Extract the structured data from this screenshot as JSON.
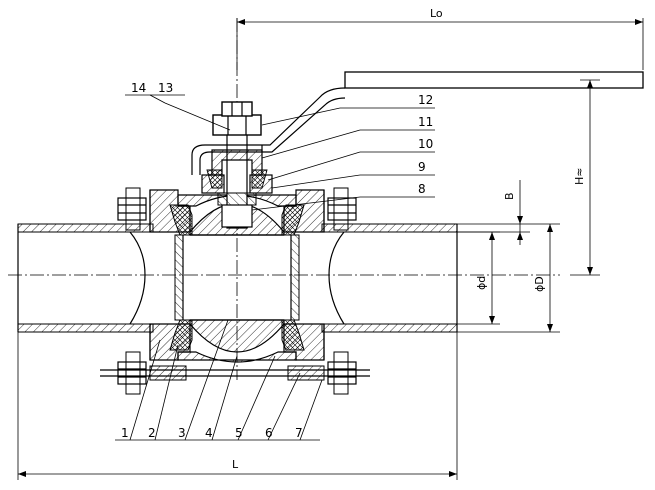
{
  "parts": [
    "1",
    "2",
    "3",
    "4",
    "5",
    "6",
    "7",
    "8",
    "9",
    "10",
    "11",
    "12",
    "13",
    "14"
  ],
  "dimensions": {
    "overall_length": "L",
    "handle_length": "Lo",
    "height": "H≈",
    "wall_thickness": "B",
    "bore_diameter": "ϕd",
    "outer_diameter": "ϕD"
  }
}
